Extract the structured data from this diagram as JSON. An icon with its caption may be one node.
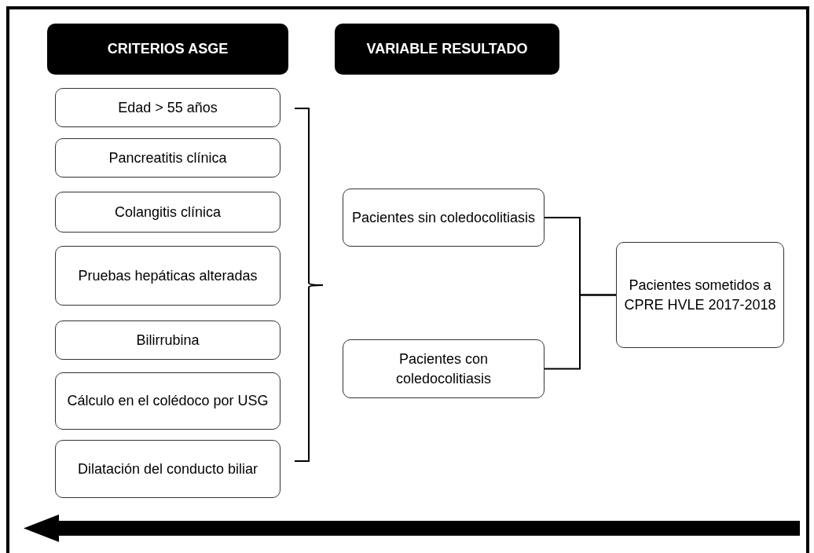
{
  "diagram": {
    "nodes": [
      {
        "text": [
          "CRITERIOS ASGE"
        ]
      },
      {
        "text": [
          "VARIABLE RESULTADO"
        ]
      },
      {
        "text": [
          "Edad > 55 años"
        ]
      },
      {
        "text": [
          "Pancreatitis clínica"
        ]
      },
      {
        "text": [
          "Colangitis clínica"
        ]
      },
      {
        "text": [
          "Pruebas hepáticas alteradas"
        ]
      },
      {
        "text": [
          "Bilirrubina"
        ]
      },
      {
        "text": [
          "Cálculo en el colédoco por USG"
        ]
      },
      {
        "text": [
          "Dilatación del conducto biliar"
        ]
      },
      {
        "text": [
          "Pacientes sin coledocolitiasis"
        ]
      },
      {
        "text": [
          "Pacientes con coledocolitiasis"
        ]
      },
      {
        "text": [
          "Pacientes sometidos a CPRE HVLE 2017-2018"
        ]
      }
    ],
    "edges": [
      {
        "from": 9,
        "to": 11,
        "arrow": "none"
      },
      {
        "from": 10,
        "to": 11,
        "arrow": "none"
      }
    ]
  }
}
